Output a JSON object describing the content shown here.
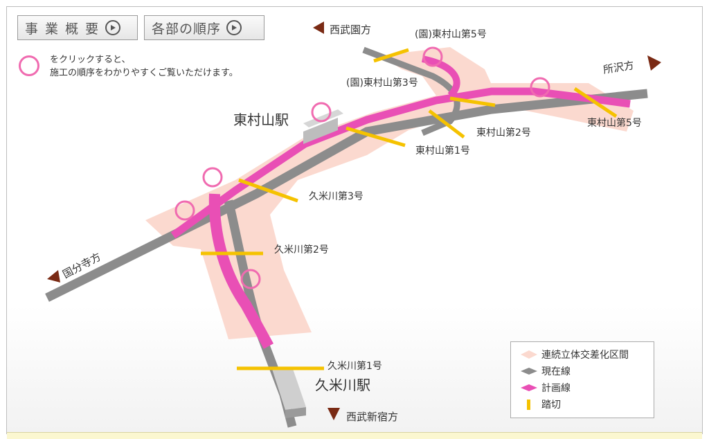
{
  "toolbar": {
    "overview_label": "事 業 概 要",
    "order_label": "各部の順序",
    "play_icon": "play-circle-icon"
  },
  "hint": {
    "line1": "をクリックすると、",
    "line2": "施工の順序をわかりやすくご覧いただけます。"
  },
  "directions": {
    "seibuen": "西武園方",
    "tokorozawa": "所沢方",
    "kokubunji": "国分寺方",
    "shinjuku": "西武新宿方"
  },
  "stations": {
    "higashimurayama": "東村山駅",
    "kumegawa": "久米川駅"
  },
  "crossings": {
    "en_higashimurayama5": "(園)東村山第5号",
    "en_higashimurayama3": "(園)東村山第3号",
    "higashimurayama5": "東村山第5号",
    "higashimurayama2": "東村山第2号",
    "higashimurayama1": "東村山第1号",
    "kumegawa3": "久米川第3号",
    "kumegawa2": "久米川第2号",
    "kumegawa1": "久米川第1号"
  },
  "legend": {
    "section": "連続立体交差化区間",
    "current_line": "現在線",
    "planned_line": "計画線",
    "crossing": "踏切"
  },
  "colors": {
    "section": "#fbd9cf",
    "current_line": "#8c8c8c",
    "planned_line": "#e94fb5",
    "crossing": "#f5c200",
    "direction_arrow": "#7a2a14",
    "hotspot": "#f06bb0"
  }
}
